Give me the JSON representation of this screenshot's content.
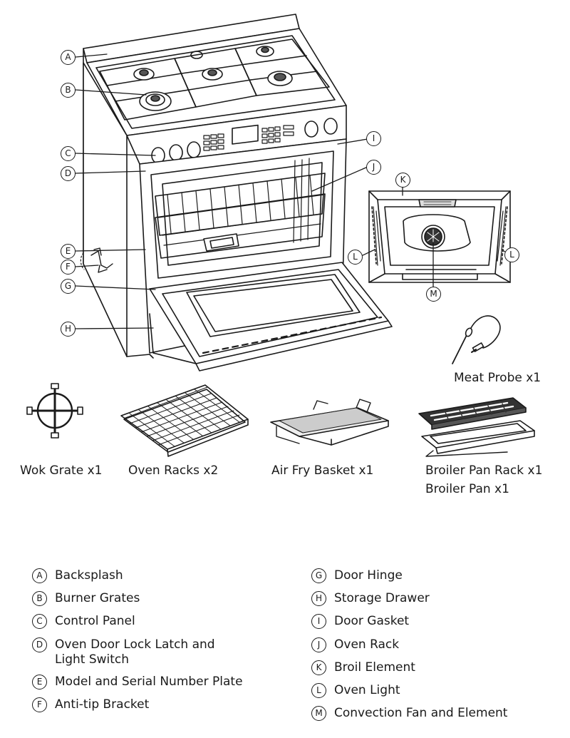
{
  "callouts": {
    "a": "A",
    "b": "B",
    "c": "C",
    "d": "D",
    "e": "E",
    "f": "F",
    "g": "G",
    "h": "H",
    "i": "I",
    "j": "J",
    "k": "K",
    "l1": "L",
    "l2": "L",
    "m": "M"
  },
  "accessories": {
    "meat_probe": "Meat Probe x1",
    "wok_grate": "Wok Grate x1",
    "oven_racks": "Oven Racks x2",
    "air_fry_basket": "Air Fry Basket x1",
    "broiler_pan_rack": "Broiler Pan Rack x1",
    "broiler_pan": "Broiler Pan x1"
  },
  "legend": [
    {
      "letter": "A",
      "text": "Backsplash"
    },
    {
      "letter": "B",
      "text": "Burner Grates"
    },
    {
      "letter": "C",
      "text": "Control Panel"
    },
    {
      "letter": "D",
      "text": "Oven Door Lock Latch and Light Switch"
    },
    {
      "letter": "E",
      "text": "Model and Serial Number Plate"
    },
    {
      "letter": "F",
      "text": "Anti-tip Bracket"
    },
    {
      "letter": "G",
      "text": "Door Hinge"
    },
    {
      "letter": "H",
      "text": "Storage Drawer"
    },
    {
      "letter": "I",
      "text": "Door Gasket"
    },
    {
      "letter": "J",
      "text": "Oven Rack"
    },
    {
      "letter": "K",
      "text": "Broil Element"
    },
    {
      "letter": "L",
      "text": "Oven Light"
    },
    {
      "letter": "M",
      "text": "Convection Fan and Element"
    }
  ]
}
